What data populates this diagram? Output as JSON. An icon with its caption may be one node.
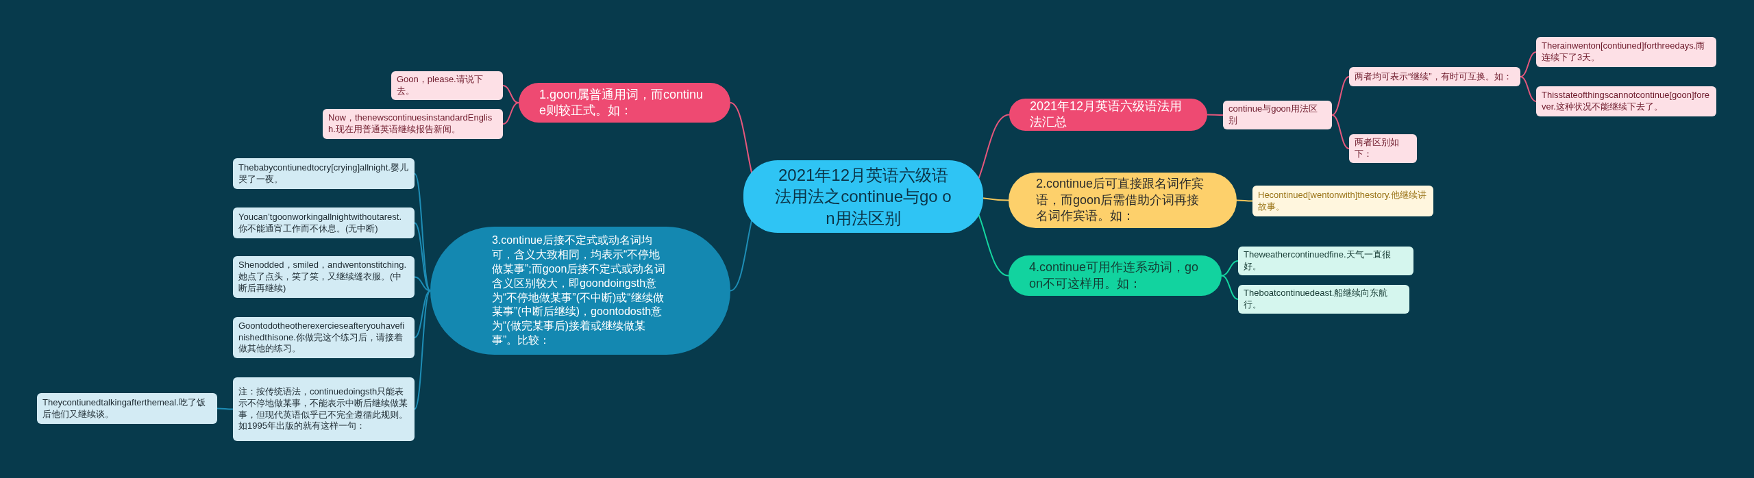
{
  "diagram": {
    "nodes": [
      {
        "text": [
          "2021年12月英语六级语法用法之continue与go on用法区别"
        ]
      },
      {
        "text": [
          "1.goon属普通用词，而continue则较正式。如："
        ]
      },
      {
        "text": [
          "Goon，please.请说下去。"
        ]
      },
      {
        "text": [
          "Now，thenewscontinuesinstandardEnglish.现在用普通英语继续报告新闻。"
        ]
      },
      {
        "text": [
          "2021年12月英语六级语法用法汇总"
        ]
      },
      {
        "text": [
          "continue与goon用法区别"
        ]
      },
      {
        "text": [
          "两者均可表示“继续”，有时可互换。如："
        ]
      },
      {
        "text": [
          "Therainwenton[contiuned]forthreedays.雨连续下了3天。"
        ]
      },
      {
        "text": [
          "Thisstateofthingscannotcontinue[goon]forever.这种状况不能继续下去了。"
        ]
      },
      {
        "text": [
          "两者区别如下："
        ]
      },
      {
        "text": [
          "2.continue后可直接跟名词作宾语，而goon后需借助介词再接名词作宾语。如："
        ]
      },
      {
        "text": [
          "Hecontinued[wentonwith]thestory.他继续讲故事。"
        ]
      },
      {
        "text": [
          "4.continue可用作连系动词，goon不可这样用。如："
        ]
      },
      {
        "text": [
          "Theweathercontinuedfine.天气一直很好。"
        ]
      },
      {
        "text": [
          "Theboatcontinuedeast.船继续向东航行。"
        ]
      },
      {
        "text": [
          "3.continue后接不定式或动名词均可，含义大致相同，均表示“不停地做某事”;而goon后接不定式或动名词含义区别较大，即goondoingsth意为“不停地做某事”(不中断)或“继续做某事”(中断后继续)，goontodosth意为“(做完某事后)接着或继续做某事”。比较："
        ]
      },
      {
        "text": [
          "Thebabycontiunedtocry[crying]allnight.婴儿哭了一夜。"
        ]
      },
      {
        "text": [
          "Youcan’tgoonworkingallnightwithoutarest.你不能通宵工作而不休息。(无中断)"
        ]
      },
      {
        "text": [
          "Shenodded，smiled，andwentonstitching.她点了点头，笑了笑，又继续缝衣服。(中断后再继续)"
        ]
      },
      {
        "text": [
          "Goontodotheotherexercieseafteryouhavefinishedthisone.你做完这个练习后，请接着做其他的练习。"
        ]
      },
      {
        "text": [
          "注：按传统语法，continuedoingsth只能表示不停地做某事，不能表示中断后继续做某事，但现代英语似乎已不完全遵循此规则。如1995年出版的就有这样一句："
        ]
      },
      {
        "text": [
          "Theycontiunedtalkingafterthemeal.吃了饭后他们又继续谈。"
        ]
      }
    ],
    "edges": [
      {
        "from": 0,
        "to": 1,
        "arrow": "none"
      },
      {
        "from": 1,
        "to": 2,
        "arrow": "none"
      },
      {
        "from": 1,
        "to": 3,
        "arrow": "none"
      },
      {
        "from": 0,
        "to": 4,
        "arrow": "none"
      },
      {
        "from": 4,
        "to": 5,
        "arrow": "none"
      },
      {
        "from": 5,
        "to": 6,
        "arrow": "none"
      },
      {
        "from": 6,
        "to": 7,
        "arrow": "none"
      },
      {
        "from": 6,
        "to": 8,
        "arrow": "none"
      },
      {
        "from": 5,
        "to": 9,
        "arrow": "none"
      },
      {
        "from": 0,
        "to": 10,
        "arrow": "none",
        "color": "#f5c65a"
      },
      {
        "from": 10,
        "to": 11,
        "arrow": "none",
        "color": "#f5c65a"
      },
      {
        "from": 0,
        "to": 12,
        "arrow": "none",
        "color": "#14d6a0"
      },
      {
        "from": 12,
        "to": 13,
        "arrow": "none",
        "color": "#14d6a0"
      },
      {
        "from": 12,
        "to": 14,
        "arrow": "none",
        "color": "#14d6a0"
      },
      {
        "from": 0,
        "to": 15,
        "arrow": "none",
        "color": "#1e8db5"
      },
      {
        "from": 15,
        "to": 16,
        "arrow": "none",
        "color": "#1e8db5"
      },
      {
        "from": 15,
        "to": 17,
        "arrow": "none",
        "color": "#1e8db5"
      },
      {
        "from": 15,
        "to": 18,
        "arrow": "none",
        "color": "#1e8db5"
      },
      {
        "from": 15,
        "to": 19,
        "arrow": "none",
        "color": "#1e8db5"
      },
      {
        "from": 15,
        "to": 20,
        "arrow": "none",
        "color": "#1e8db5"
      },
      {
        "from": 20,
        "to": 21,
        "arrow": "none",
        "color": "#1e8db5"
      }
    ]
  }
}
